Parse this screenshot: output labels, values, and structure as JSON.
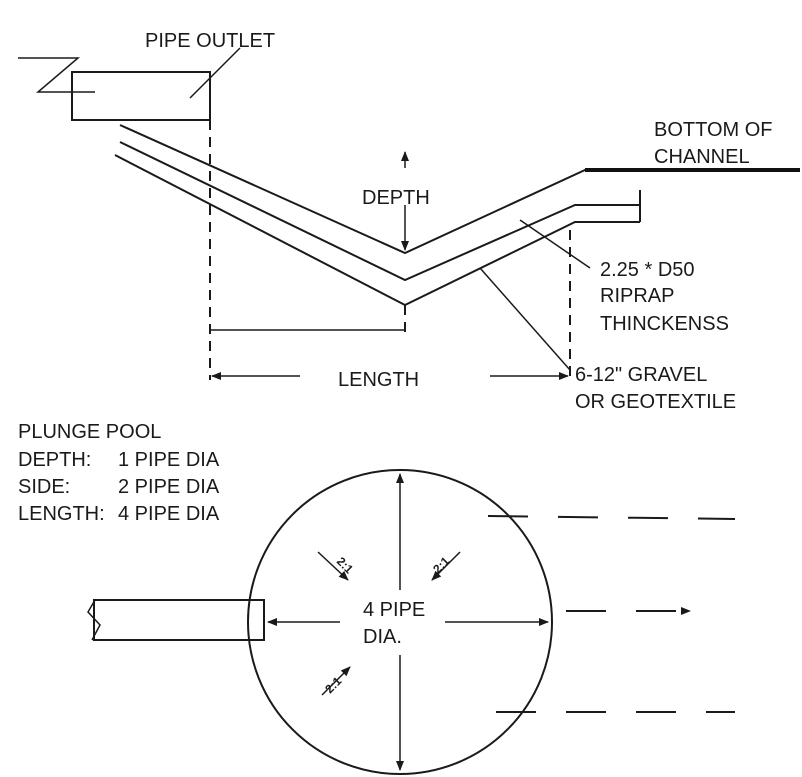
{
  "profile": {
    "pipe_outlet_label": "PIPE OUTLET",
    "bottom_of_channel_line1": "BOTTOM OF",
    "bottom_of_channel_line2": "CHANNEL",
    "depth_label": "DEPTH",
    "length_label": "LENGTH",
    "riprap_line1": "2.25 * D50",
    "riprap_line2": "RIPRAP",
    "riprap_line3": "THINCKENSS",
    "gravel_line1": "6-12\" GRAVEL",
    "gravel_line2": "OR GEOTEXTILE"
  },
  "plan": {
    "title": "PLUNGE POOL",
    "spec_depth_key": "DEPTH:",
    "spec_depth_val": "1 PIPE DIA",
    "spec_side_key": "SIDE:",
    "spec_side_val": "2 PIPE DIA",
    "spec_length_key": "LENGTH:",
    "spec_length_val": "4 PIPE DIA",
    "center_line1": "4 PIPE",
    "center_line2": "DIA.",
    "slope_label": "2:1"
  }
}
